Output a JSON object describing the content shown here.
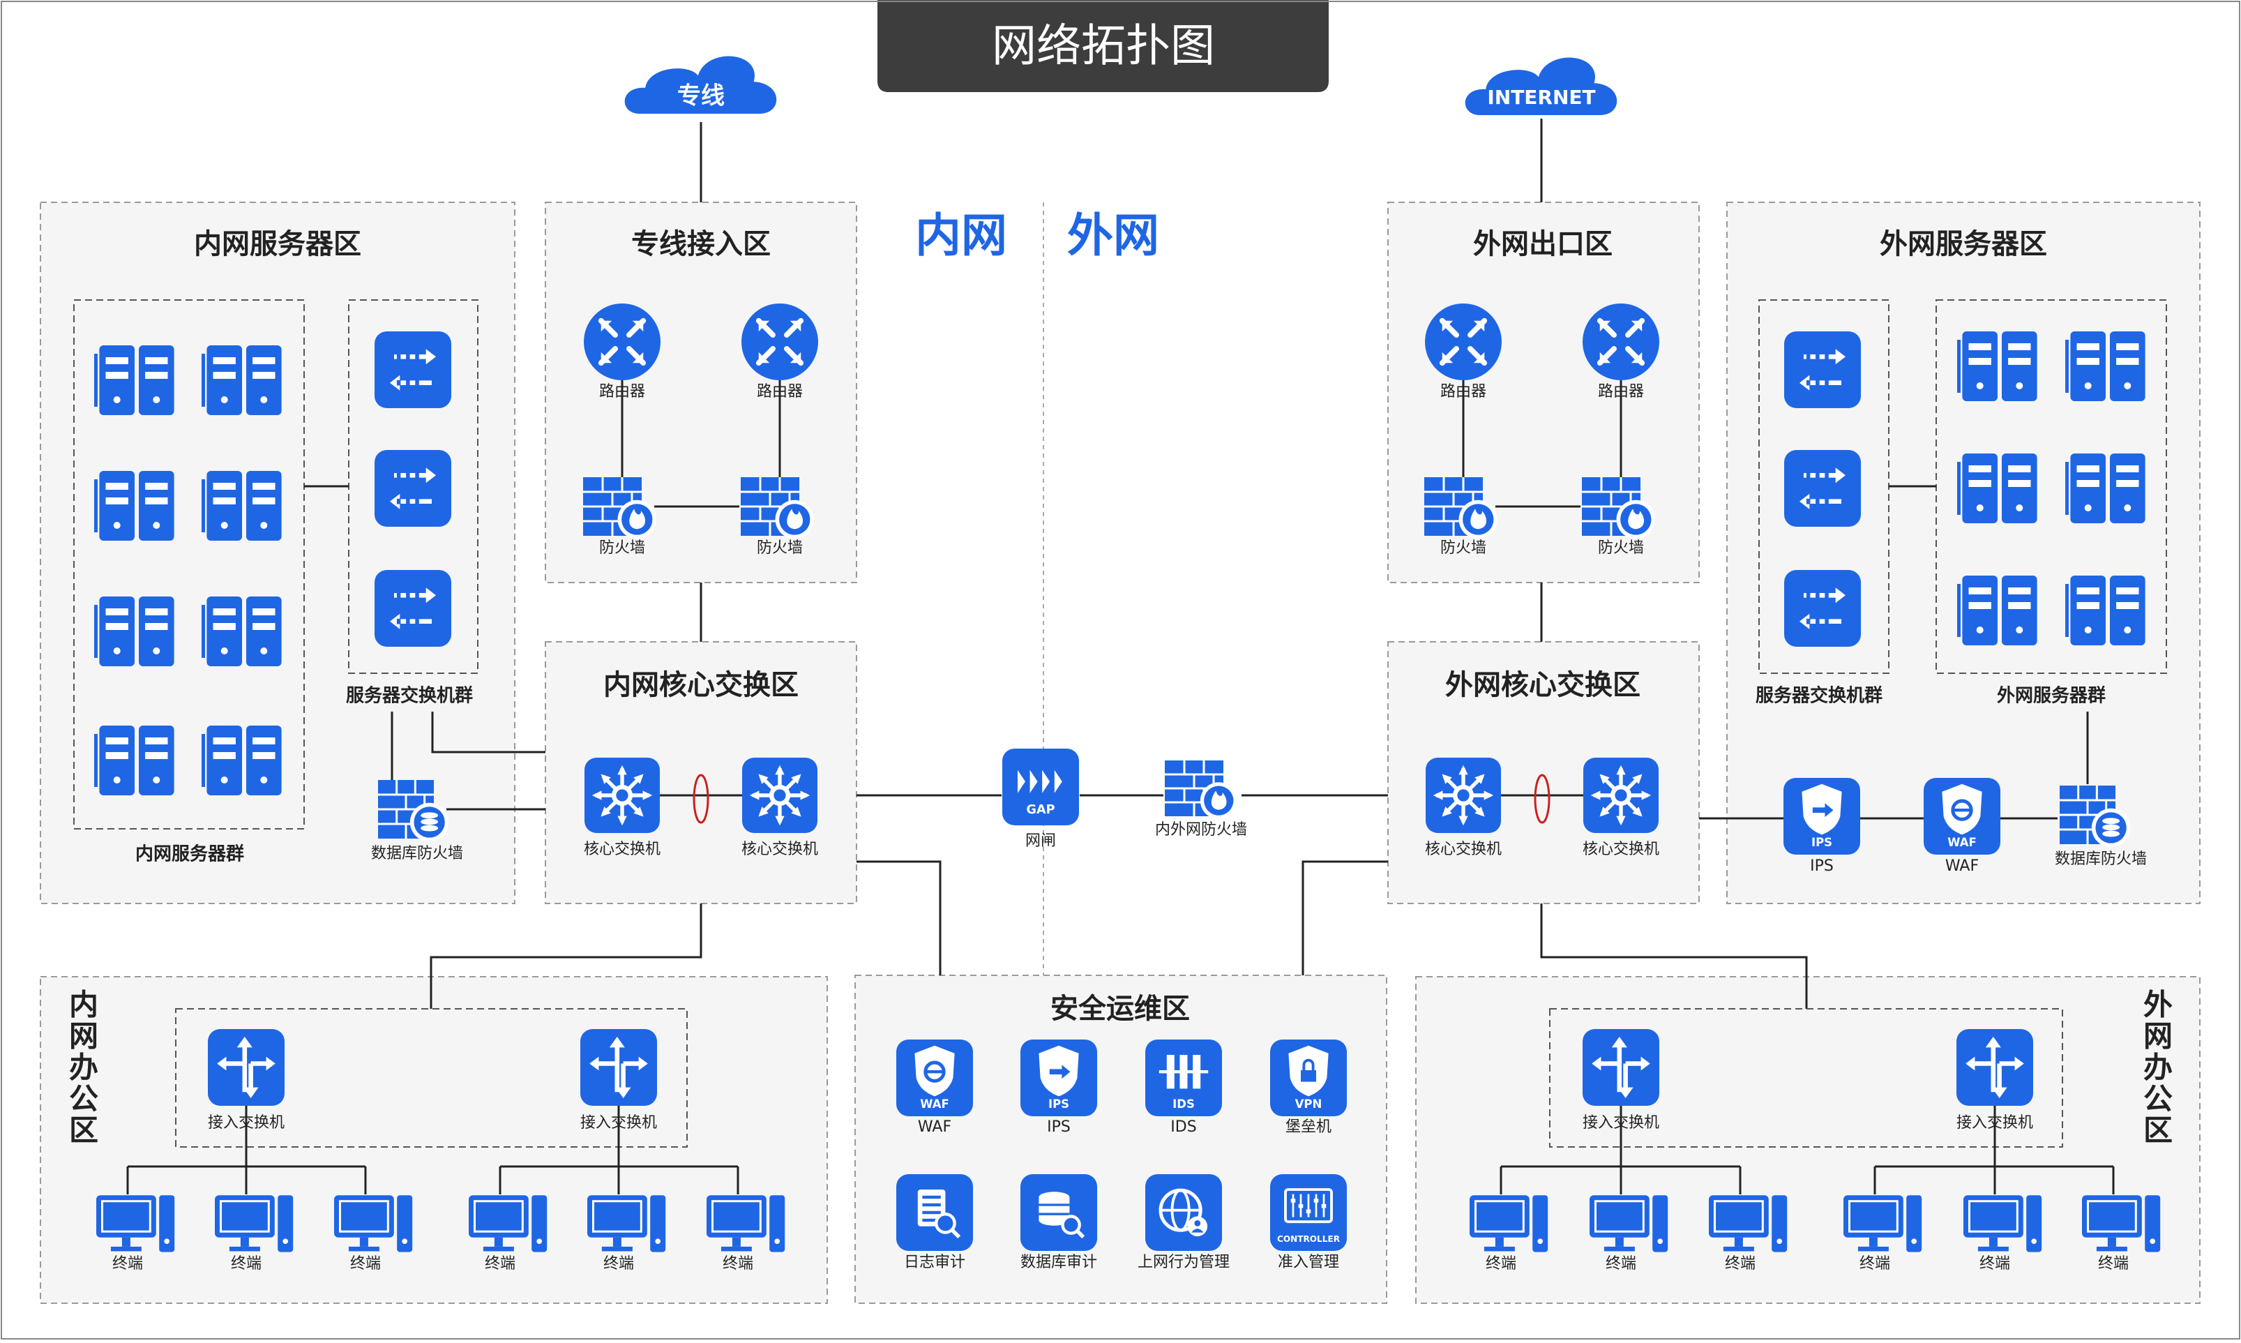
{
  "title": "网络拓扑图",
  "clouds": {
    "private_line": "专线",
    "internet": "INTERNET"
  },
  "side_labels": {
    "intranet": "内网",
    "extranet": "外网"
  },
  "zones": {
    "intranet_servers": "内网服务器区",
    "private_access": "专线接入区",
    "extranet_exit": "外网出口区",
    "extranet_servers": "外网服务器区",
    "intranet_core": "内网核心交换区",
    "extranet_core": "外网核心交换区",
    "security_ops": "安全运维区",
    "intranet_office": "内网办公区",
    "extranet_office": "外网办公区"
  },
  "group_labels": {
    "server_switch_cluster": "服务器交换机群",
    "intranet_server_cluster": "内网服务器群",
    "extranet_server_cluster": "外网服务器群"
  },
  "device_labels": {
    "router": "路由器",
    "firewall": "防火墙",
    "core_switch": "核心交换机",
    "db_firewall": "数据库防火墙",
    "gap": "网闸",
    "inout_firewall": "内外网防火墙",
    "ips": "IPS",
    "waf": "WAF",
    "access_switch": "接入交换机",
    "terminal": "终端",
    "ids": "IDS",
    "bastion": "堡垒机",
    "log_audit": "日志审计",
    "db_audit": "数据库审计",
    "web_behavior": "上网行为管理",
    "access_control": "准入管理"
  },
  "icon_texts": {
    "gap": "GAP",
    "waf": "WAF",
    "ips": "IPS",
    "ids": "IDS",
    "vpn": "VPN",
    "controller": "CONTROLLER"
  },
  "colors": {
    "accent": "#1f66e5",
    "title_bg": "#3d3d3d",
    "zone_bg": "#f5f5f5",
    "zone_border": "#9a9a9a",
    "line": "#222222",
    "lag_ring": "#cc1f1f"
  }
}
